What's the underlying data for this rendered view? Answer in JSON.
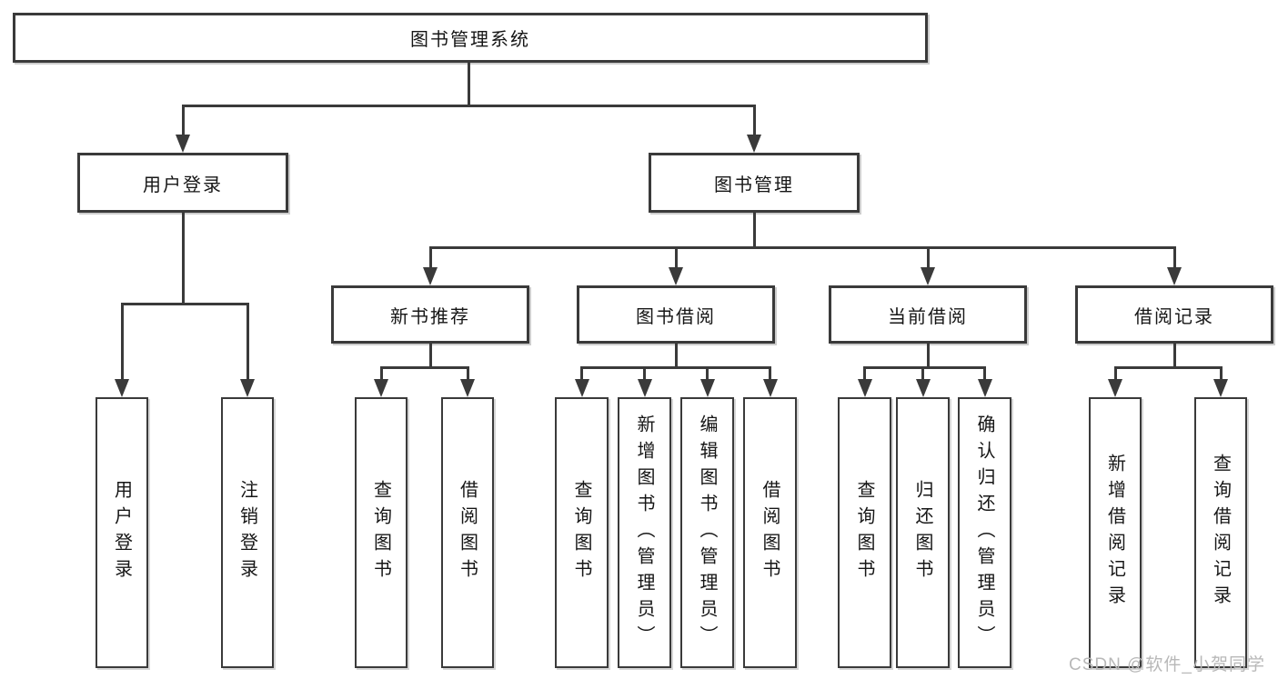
{
  "tree": {
    "root": {
      "label": "图书管理系统"
    },
    "branches": [
      {
        "label": "用户登录",
        "children": [
          {
            "label": "用户登录"
          },
          {
            "label": "注销登录"
          }
        ]
      },
      {
        "label": "图书管理",
        "groups": [
          {
            "label": "新书推荐",
            "children": [
              {
                "label": "查询图书"
              },
              {
                "label": "借阅图书"
              }
            ]
          },
          {
            "label": "图书借阅",
            "children": [
              {
                "label": "查询图书"
              },
              {
                "label": "新增图书（管理员）"
              },
              {
                "label": "编辑图书（管理员）"
              },
              {
                "label": "借阅图书"
              }
            ]
          },
          {
            "label": "当前借阅",
            "children": [
              {
                "label": "查询图书"
              },
              {
                "label": "归还图书"
              },
              {
                "label": "确认归还（管理员）"
              }
            ]
          },
          {
            "label": "借阅记录",
            "children": [
              {
                "label": "新增借阅记录"
              },
              {
                "label": "查询借阅记录"
              }
            ]
          }
        ]
      }
    ]
  },
  "watermark": {
    "text": "CSDN @软件_小贺同学"
  },
  "colors": {
    "line": "#3a3a3a",
    "text": "#161616",
    "watermark": "#b8b8b8",
    "background": "#ffffff"
  }
}
